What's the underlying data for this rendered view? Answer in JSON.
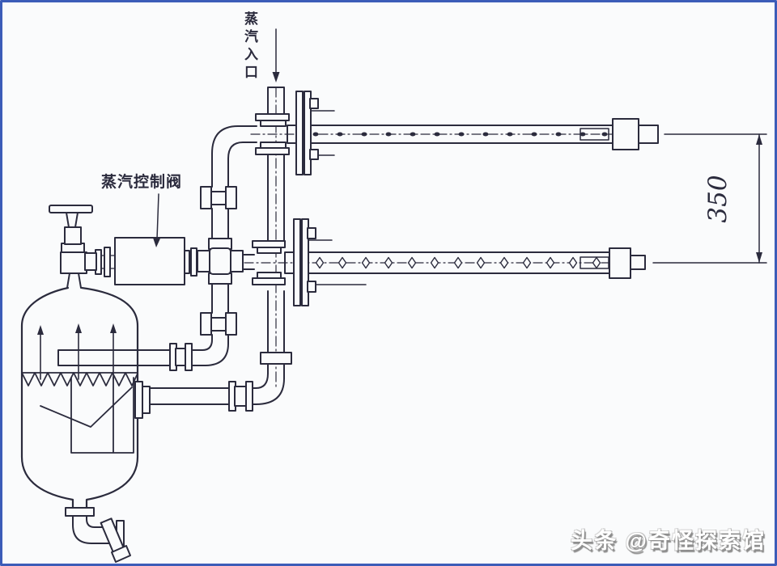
{
  "labels": {
    "steam_inlet": "蒸汽入口",
    "steam_control_valve": "蒸汽控制阀",
    "dimension_350": "350"
  },
  "watermark": {
    "text": "头条 @奇怪探索馆"
  },
  "colors": {
    "line": "#2b2b3d",
    "border": "#3c5cb8",
    "background": "#fafbfc"
  }
}
